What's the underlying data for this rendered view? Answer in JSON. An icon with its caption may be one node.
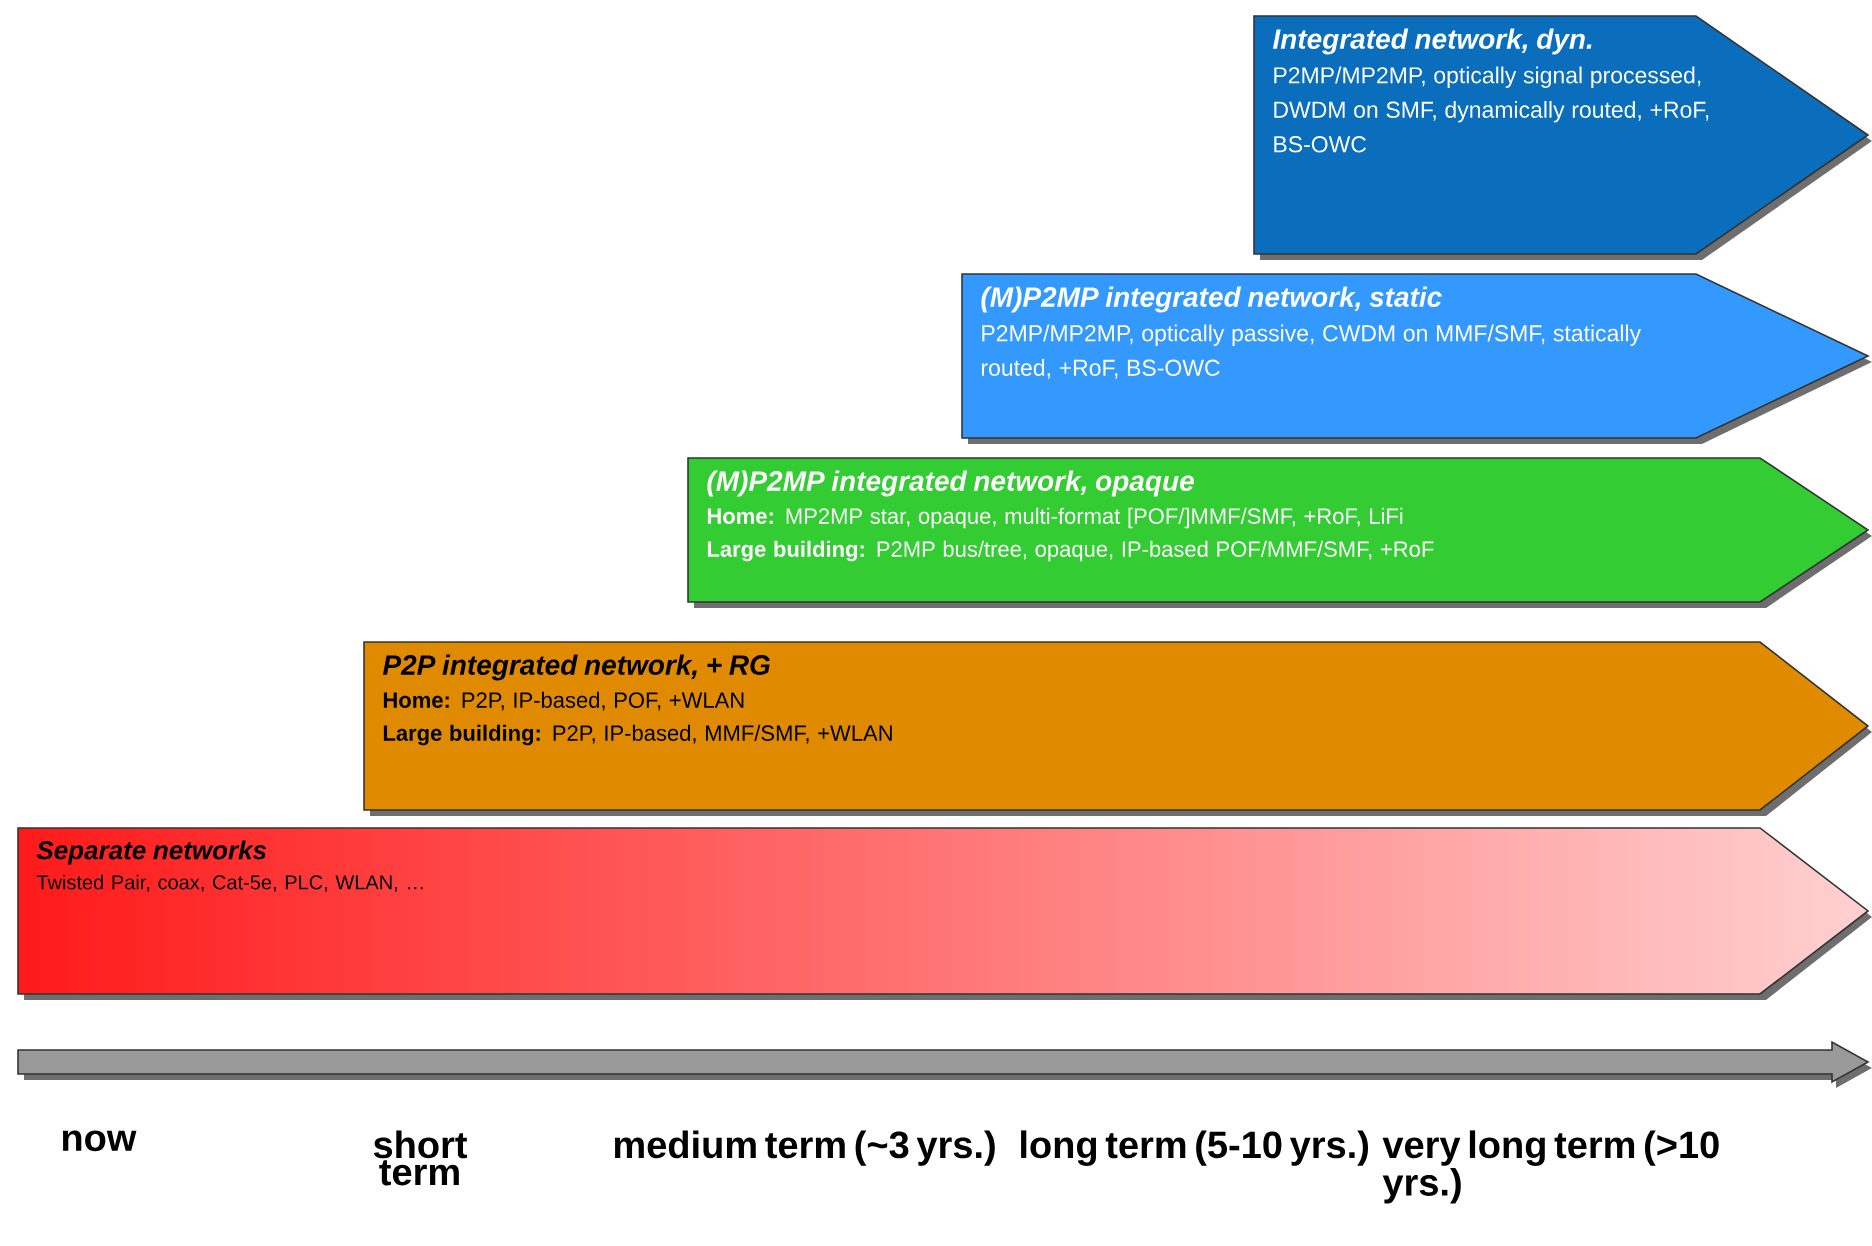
{
  "diagram": {
    "nodes": [
      {
        "text": [
          "Integrated network, dyn.",
          "P2MP/MP2MP, optically signal processed, DWDM on SMF, dynamically routed, +RoF, BS-OWC"
        ]
      },
      {
        "text": [
          "(M)P2MP integrated network, static",
          "P2MP/MP2MP, optically passive, CWDM on MMF/SMF, statically routed, +RoF, BS-OWC"
        ]
      },
      {
        "text": [
          "(M)P2MP integrated network, opaque",
          "**Home:** MP2MP star, opaque, multi-format [POF/]MMF/SMF, +RoF, LiFi",
          "**Large building:** P2MP bus/tree, opaque, IP-based POF/MMF/SMF, +RoF"
        ]
      },
      {
        "text": [
          "P2P integrated network,  + RG",
          "**Home:** P2P, IP-based, POF, +WLAN",
          "**Large building:** P2P, IP-based, MMF/SMF, +WLAN"
        ]
      },
      {
        "text": [
          "Separate networks",
          "Twisted Pair, coax, Cat-5e, PLC, WLAN, …"
        ]
      }
    ],
    "labels": [
      "now",
      "short term",
      "medium term (~3 yrs.)",
      "long term (5-10 yrs.)",
      "very long term (>10 yrs.)"
    ]
  }
}
